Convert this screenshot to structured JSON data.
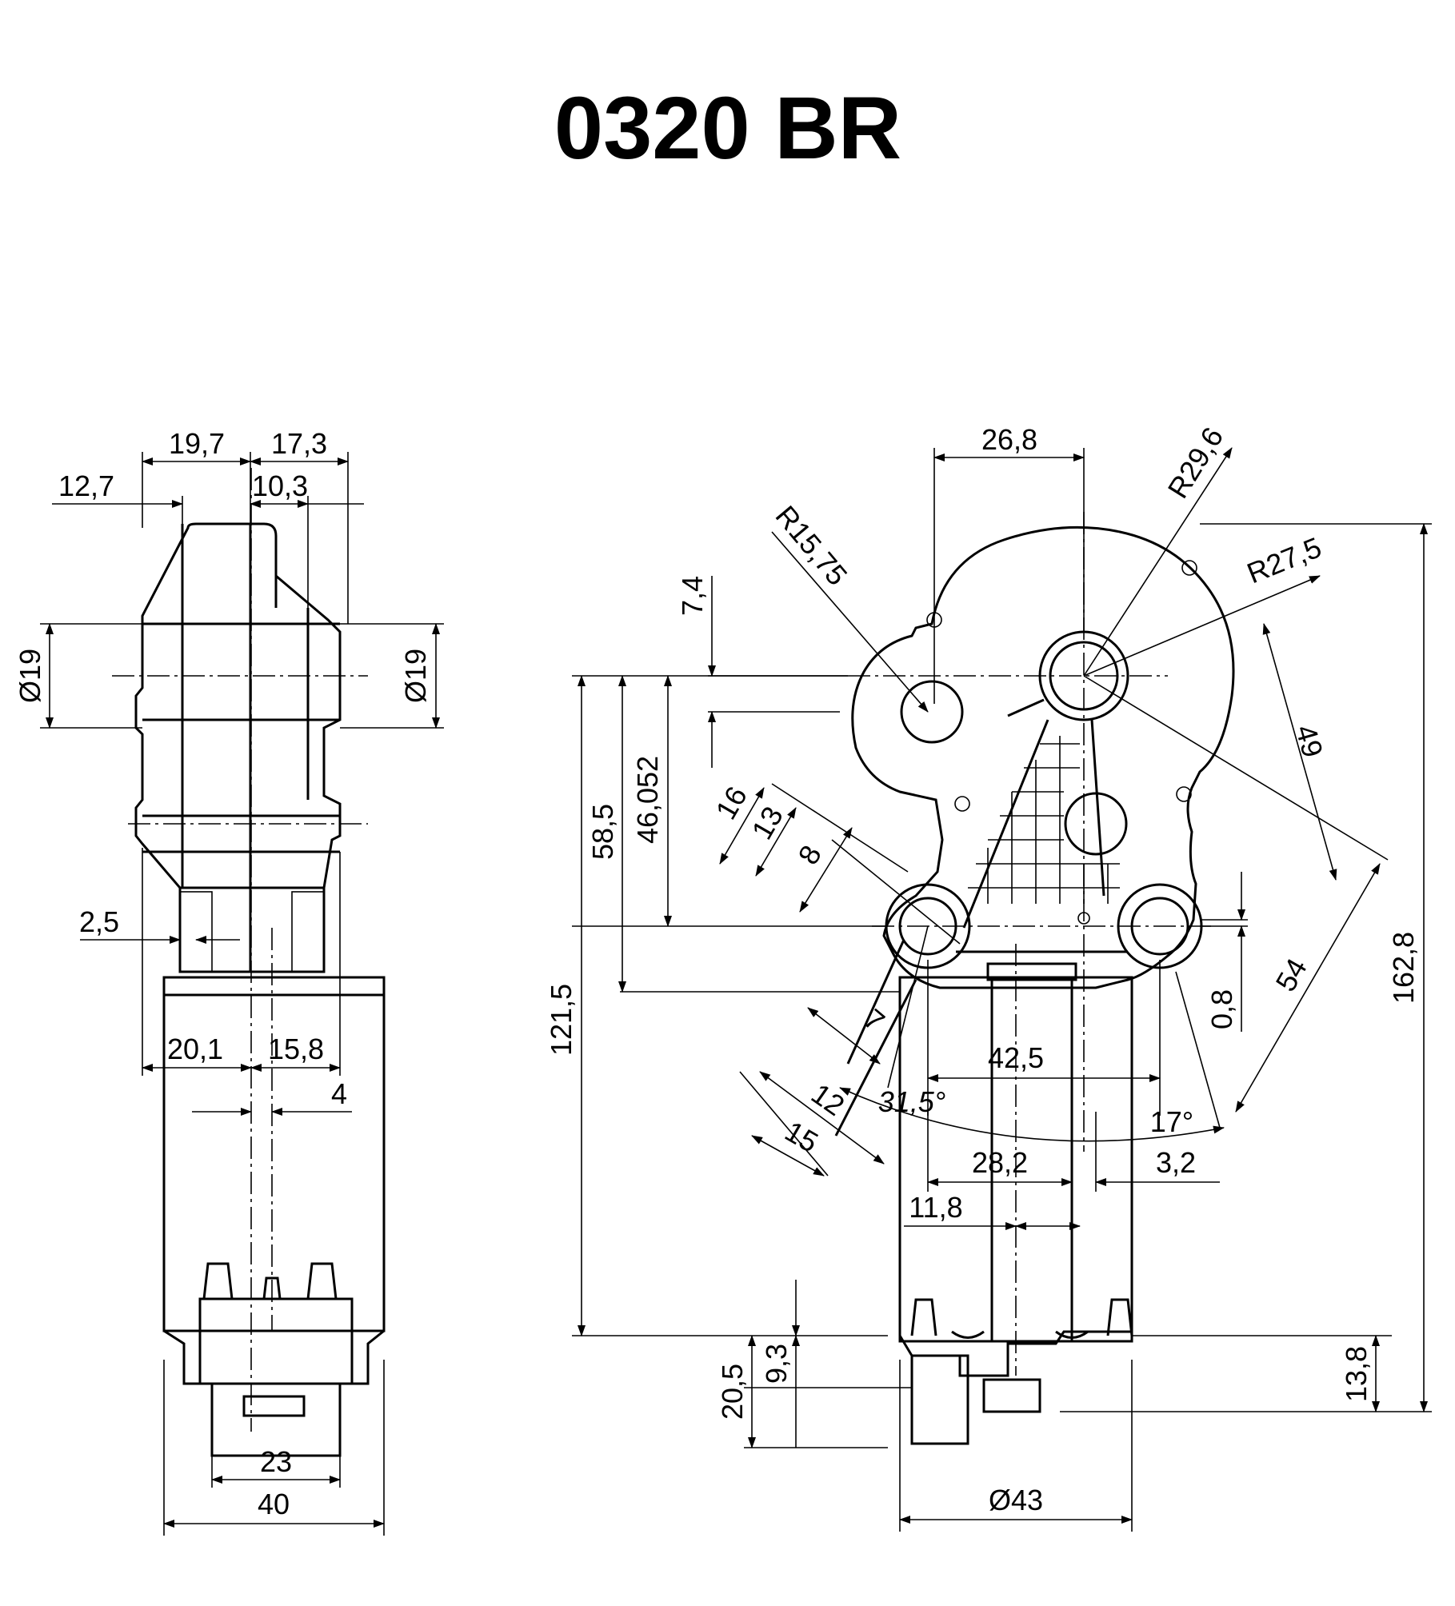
{
  "title": "0320 BR",
  "left_view": {
    "dims": {
      "d19_7": "19,7",
      "d17_3": "17,3",
      "d12_7": "12,7",
      "d10_3": "10,3",
      "d19_left": "Ø19",
      "d19_right": "Ø19",
      "d2_5": "2,5",
      "d20_1": "20,1",
      "d15_8": "15,8",
      "d4": "4",
      "d23": "23",
      "d40": "40"
    }
  },
  "right_view": {
    "dims": {
      "d26_8": "26,8",
      "r29_6": "R29,6",
      "r15_75": "R15,75",
      "r27_5": "R27,5",
      "d7_4": "7,4",
      "d49": "49",
      "d58_5": "58,5",
      "d46_052": "46,052",
      "d16": "16",
      "d13": "13",
      "d8": "8",
      "d121_5": "121,5",
      "d162_8": "162,8",
      "d54": "54",
      "d0_8": "0,8",
      "d7": "7",
      "d42_5": "42,5",
      "d12": "12",
      "d31_5": "31,5°",
      "d17": "17°",
      "d15": "15",
      "d28_2": "28,2",
      "d3_2": "3,2",
      "d11_8": "11,8",
      "d9_3": "9,3",
      "d20_5": "20,5",
      "d13_8": "13,8",
      "d43": "Ø43"
    }
  }
}
